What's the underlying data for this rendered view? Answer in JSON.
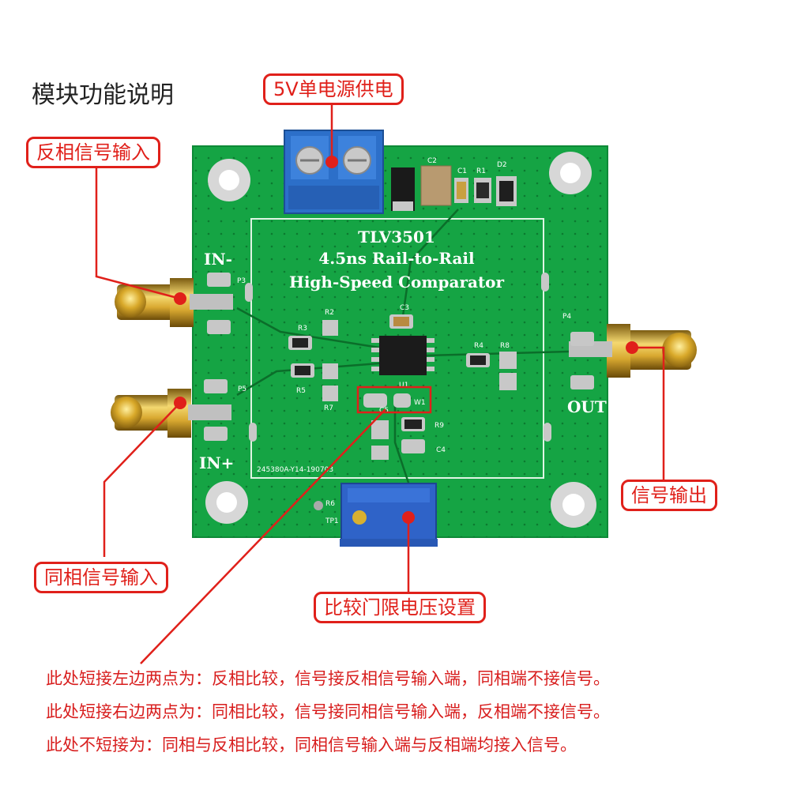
{
  "heading": "模块功能说明",
  "board": {
    "chip_name": "TLV3501",
    "line2": "4.5ns Rail-to-Rail",
    "line3": "High-Speed Comparator",
    "label_in_minus": "IN-",
    "label_in_plus": "IN+",
    "label_out": "OUT",
    "serial": "245380A-Y14-190703",
    "designators": {
      "c1": "C1",
      "c2": "C2",
      "c3": "C3",
      "c4": "C4",
      "c5": "C5",
      "r1": "R1",
      "r2": "R2",
      "r3": "R3",
      "r4": "R4",
      "r5": "R5",
      "r6": "R6",
      "r7": "R7",
      "r8": "R8",
      "r9": "R9",
      "d2": "D2",
      "p3": "P3",
      "p4": "P4",
      "p5": "P5",
      "w1": "W1",
      "u1": "U1",
      "tp1": "TP1"
    }
  },
  "callouts": {
    "power": "5V单电源供电",
    "inverting_input": "反相信号输入",
    "noninverting_input": "同相信号输入",
    "signal_output": "信号输出",
    "threshold": "比较门限电压设置"
  },
  "notes": [
    "此处短接左边两点为：反相比较，信号接反相信号输入端，同相端不接信号。",
    "此处短接右边两点为：同相比较，信号接同相信号输入端，反相端不接信号。",
    "此处不短接为：同相与反相比较，同相信号输入端与反相端均接入信号。"
  ],
  "colors": {
    "callout_red": "#e0201a",
    "pcb_green": "#14a040",
    "note_red": "#d81e1e"
  }
}
